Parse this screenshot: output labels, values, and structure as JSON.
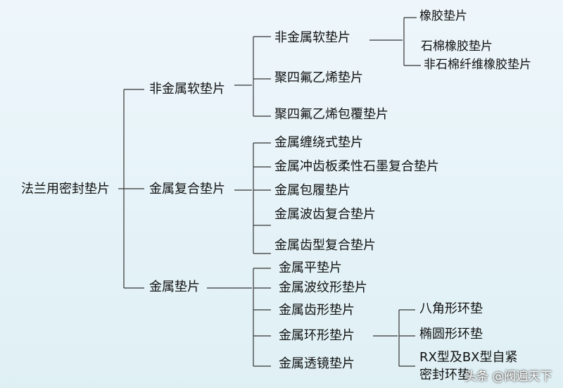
{
  "root": "法兰用密封垫片",
  "level1": {
    "nonmetal": "非金属软垫片",
    "composite": "金属复合垫片",
    "metal": "金属垫片"
  },
  "nonmetal_children": [
    "非金属软垫片",
    "聚四氟乙烯垫片",
    "聚四氟乙烯包覆垫片"
  ],
  "nonmetal_sub": [
    "橡胶垫片",
    "石棉橡胶垫片",
    "非石棉纤维橡胶垫片"
  ],
  "composite_children": [
    "金属缠绕式垫片",
    "金属冲齿板柔性石墨复合垫片",
    "金属包履垫片",
    "金属波齿复合垫片",
    "金属齿型复合垫片"
  ],
  "metal_children": [
    "金属平垫片",
    "金属波纹形垫片",
    "金属齿形垫片",
    "金属环形垫片",
    "金属透镜垫片"
  ],
  "ring_sub": [
    "八角形环垫",
    "椭圆形环垫",
    "RX型及BX型自紧",
    "密封环垫"
  ],
  "watermark": "头条 @阀遍天下"
}
